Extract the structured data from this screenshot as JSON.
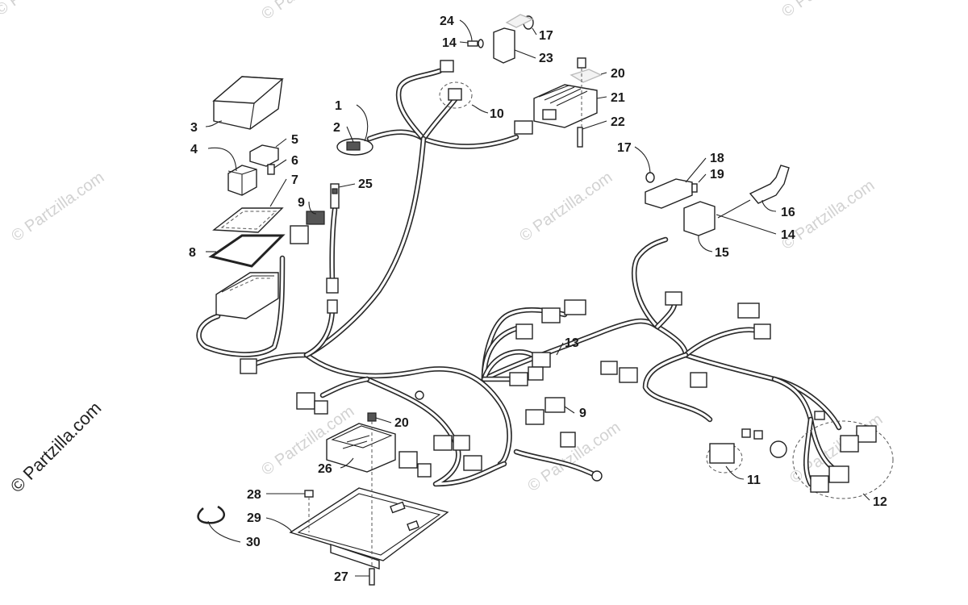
{
  "watermarks": {
    "main": "© Partzilla.com",
    "repeat": "© Partzilla.com"
  },
  "callouts": {
    "c1": "1",
    "c2": "2",
    "c3": "3",
    "c4": "4",
    "c5": "5",
    "c6": "6",
    "c7": "7",
    "c8": "8",
    "c9a": "9",
    "c9b": "9",
    "c10": "10",
    "c11": "11",
    "c12": "12",
    "c13": "13",
    "c14a": "14",
    "c14b": "14",
    "c15": "15",
    "c16": "16",
    "c17a": "17",
    "c17b": "17",
    "c18": "18",
    "c19": "19",
    "c20a": "20",
    "c20b": "20",
    "c21": "21",
    "c22": "22",
    "c23": "23",
    "c24": "24",
    "c25": "25",
    "c26": "26",
    "c27": "27",
    "c28": "28",
    "c29": "29",
    "c30": "30"
  }
}
